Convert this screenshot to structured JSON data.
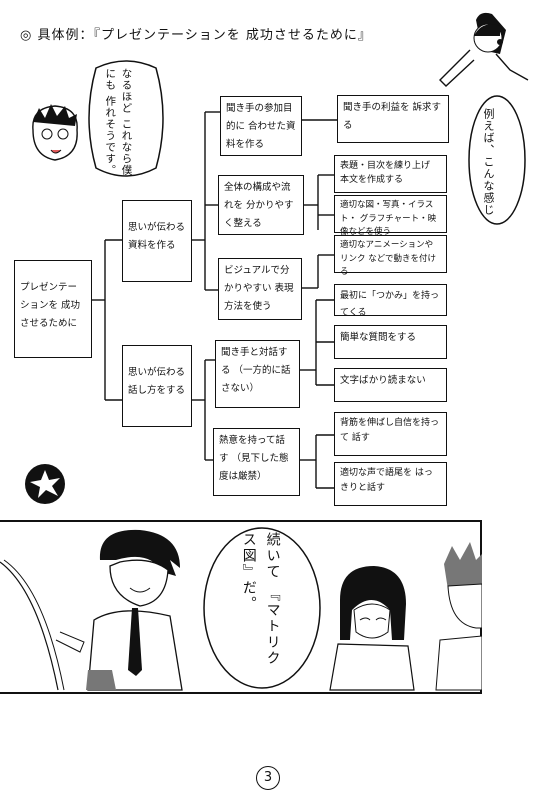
{
  "header": {
    "title": "◎ 具体例：『プレゼンテーションを 成功させるために』"
  },
  "speech": {
    "listener_bubble": "なるほど これなら僕にも 作れそうです。",
    "right_bubble": "例えば、こんな感じ",
    "panel_bubble": "続いて 『マトリクス図』だ。"
  },
  "tree": {
    "root": "プレゼンテーションを 成功させるために",
    "branch1": "思いが伝わる 資料を作る",
    "branch2": "思いが伝わる 話し方をする",
    "sub": [
      "聞き手の参加目的に 合わせた資料を作る",
      "全体の構成や流れを 分かりやすく整える",
      "ビジュアルで分かりやすい 表現方法を使う",
      "聞き手と対話する （一方的に話さない）",
      "熱意を持って話す （見下した態度は厳禁）"
    ],
    "leaves": [
      "聞き手の利益を 訴求する",
      "表題・目次を練り上げ 本文を作成する",
      "適切な図・写真・イラスト・ グラフチャート・映像などを使う",
      "適切なアニメーションやリンク などで動きを付ける",
      "最初に「つかみ」を持ってくる",
      "簡単な質問をする",
      "文字ばかり読まない",
      "背筋を伸ばし自信を持って 話す",
      "適切な声で語尾を はっきりと話す"
    ]
  },
  "page_number": "3"
}
